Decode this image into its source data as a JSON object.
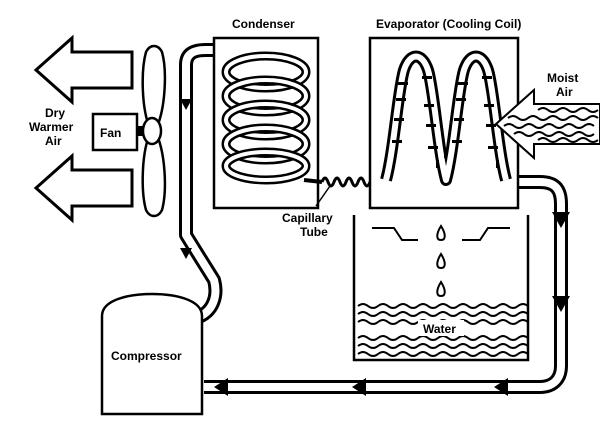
{
  "labels": {
    "condenser": "Condenser",
    "evaporator": "Evaporator (Cooling Coil)",
    "moist_air_1": "Moist",
    "moist_air_2": "Air",
    "dry_air_1": "Dry",
    "dry_air_2": "Warmer",
    "dry_air_3": "Air",
    "fan": "Fan",
    "capillary_1": "Capillary",
    "capillary_2": "Tube",
    "water": "Water",
    "compressor": "Compressor"
  },
  "colors": {
    "ink": "#000000",
    "paper": "#ffffff"
  }
}
